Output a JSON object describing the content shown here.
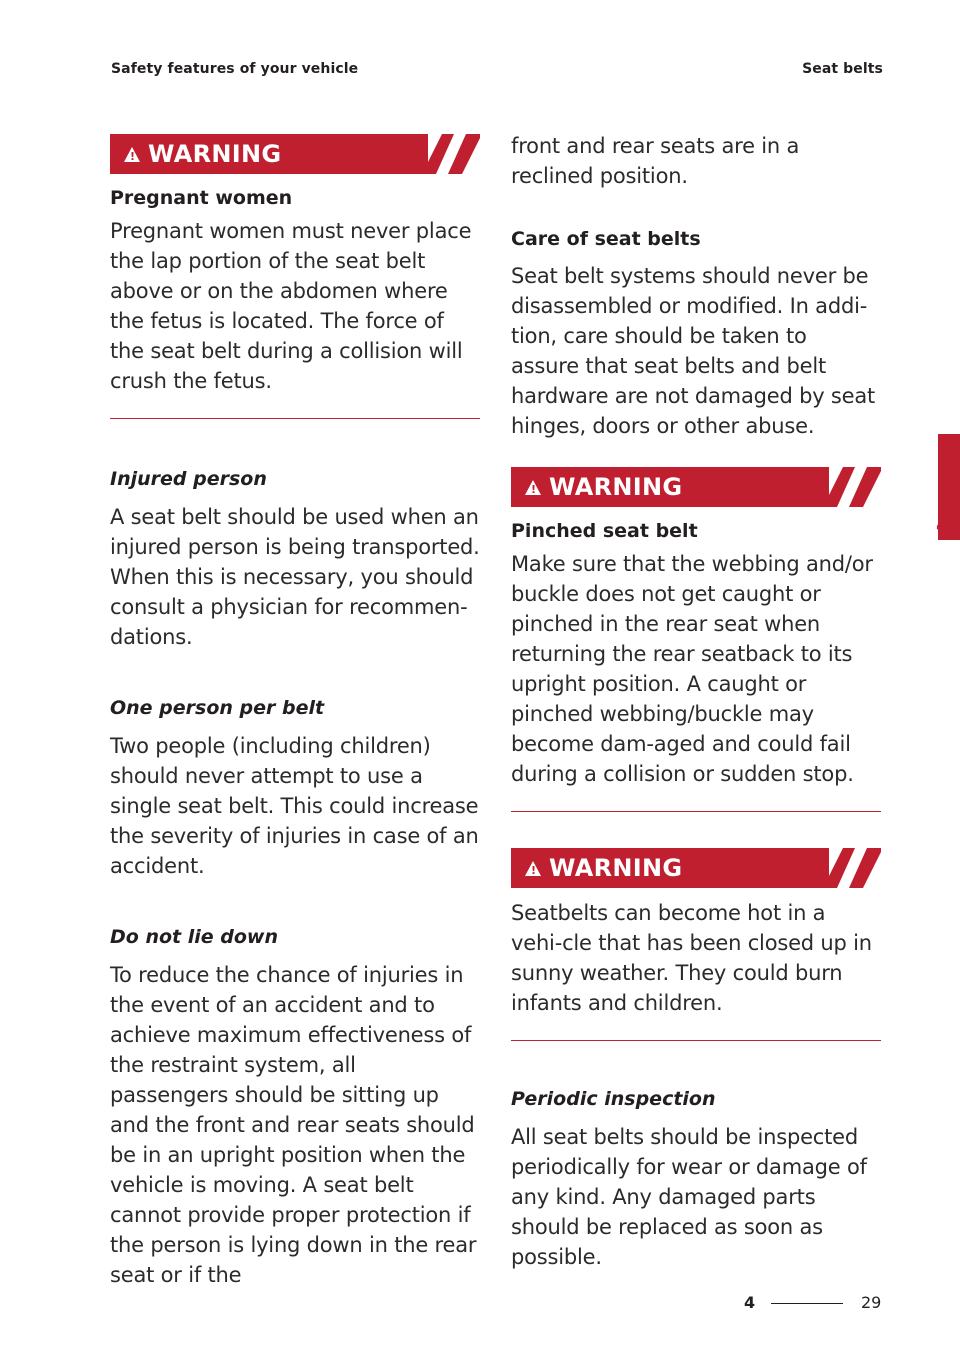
{
  "header": {
    "left": "Safety features of your vehicle",
    "right": "Seat belts"
  },
  "left_column": {
    "warning": {
      "label": "WARNING",
      "title": "Pregnant women",
      "text": "Pregnant women must never place the lap portion of the seat belt above or on the abdomen where the fetus is located. The force of the seat belt during a collision will crush the fetus."
    },
    "injured": {
      "heading": "Injured person",
      "text": "A seat belt should be used when an injured person is being transported. When this is necessary, you should consult a physician for recommen-dations."
    },
    "one_person": {
      "heading": "One person per belt",
      "text": "Two people (including children) should never attempt to use a single seat belt. This could increase the severity of injuries in case of an accident."
    },
    "lie_down": {
      "heading": "Do not lie down",
      "text": "To reduce the chance of injuries in the event of an accident and to achieve maximum effectiveness of the restraint system, all passengers should be sitting up and the front and rear seats should be in an upright position when the vehicle is moving. A seat belt cannot provide proper protection if the person is lying down in the rear seat or if the"
    }
  },
  "right_column": {
    "continuation": "front and rear seats are in a reclined position.",
    "care": {
      "heading": "Care of seat belts",
      "text": "Seat belt systems should never be disassembled or modified. In addi-tion, care should be taken to assure that seat belts and belt hardware are not damaged by seat hinges, doors or other abuse."
    },
    "warning_pinched": {
      "label": "WARNING",
      "title": "Pinched seat belt",
      "text": "Make sure that the webbing and/or buckle does not get caught or pinched in the rear seat when returning the rear seatback to its upright position. A caught or pinched webbing/buckle may become dam-aged and could fail during a collision or sudden stop."
    },
    "warning_hot": {
      "label": "WARNING",
      "text": "Seatbelts can become hot in a vehi-cle that has been closed up in sunny weather. They could burn infants and children."
    },
    "periodic": {
      "heading": "Periodic inspection",
      "text": "All seat belts should be inspected periodically for wear or damage of any kind. Any damaged parts should be replaced as soon as possible."
    }
  },
  "side_tab": {
    "chapter": "4"
  },
  "footer": {
    "chapter": "4",
    "page": "29"
  },
  "colors": {
    "accent": "#c01f2f",
    "text": "#231f20"
  }
}
